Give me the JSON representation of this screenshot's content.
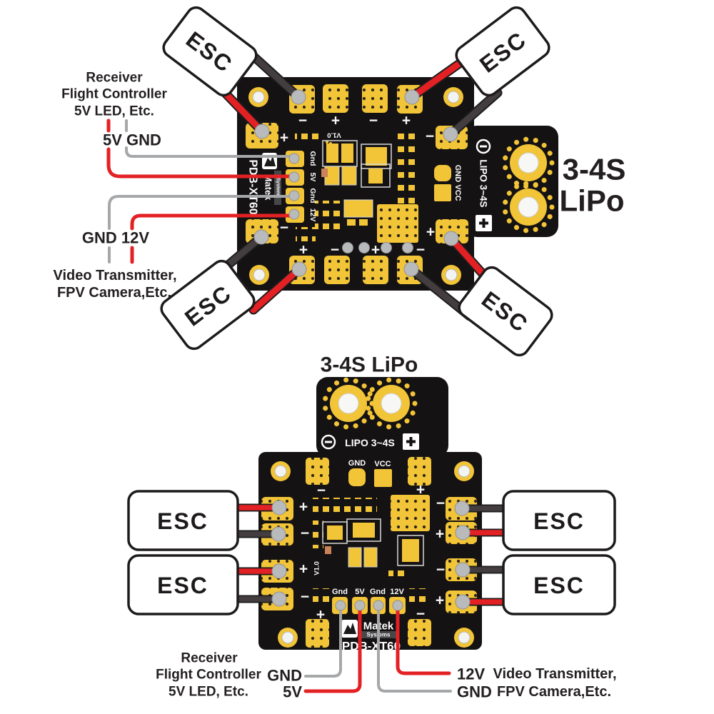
{
  "colors": {
    "background": "#ffffff",
    "board_black": "#151213",
    "pad_yellow": "#F2C437",
    "wire_red": "#E32124",
    "wire_dark": "#443D3F",
    "wire_gray": "#A5A7A9",
    "solder_gray": "#B8BABC",
    "silk_white": "#FFFFFF",
    "label_text": "#231F20"
  },
  "shared": {
    "esc_label": "ESC",
    "plus": "+",
    "minus": "−",
    "silk": {
      "brand": "Matek",
      "brand_sub": "Systems",
      "model": "PDB-XT60",
      "version": "V1.0",
      "lipo_marking": "LIPO 3~4S",
      "gnd": "GND",
      "vcc": "VCC",
      "pin_gnd": "Gnd",
      "pin_5v": "5V",
      "pin_gnd2": "Gnd",
      "pin_12v": "12V"
    }
  },
  "top_diagram": {
    "receiver_lines": [
      "Receiver",
      "Flight Controller",
      "5V LED, Etc."
    ],
    "pin_pair_top": "5V GND",
    "pin_pair_bottom": "GND 12V",
    "video_lines": [
      "Video Transmitter,",
      "FPV Camera,Etc."
    ],
    "battery_lines": [
      "3-4S",
      "LiPo"
    ]
  },
  "bottom_diagram": {
    "title": "3-4S LiPo",
    "receiver_lines": [
      "Receiver",
      "Flight Controller",
      "5V LED, Etc."
    ],
    "wire_labels": {
      "gnd_left": "GND",
      "v5_left": "5V",
      "v12_right": "12V",
      "gnd_right": "GND"
    },
    "video_lines": [
      "Video Transmitter,",
      "FPV Camera,Etc."
    ]
  }
}
